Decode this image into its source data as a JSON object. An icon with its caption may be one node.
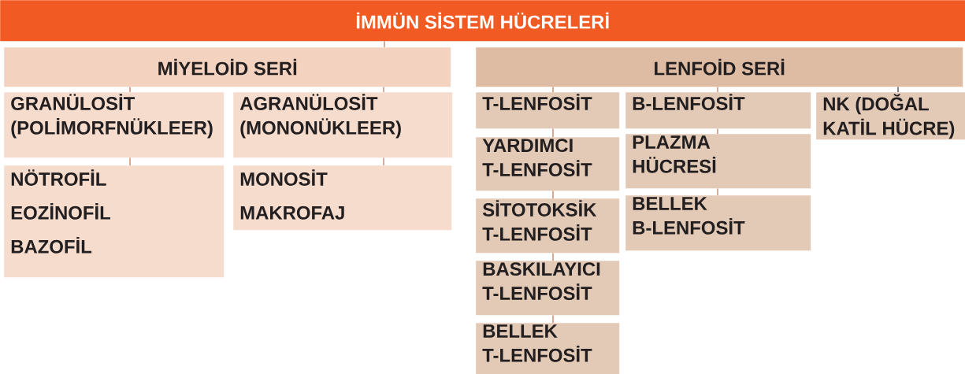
{
  "diagram": {
    "nodes": [
      {
        "text": [
          "İMMÜN SİSTEM HÜCRELERİ"
        ]
      },
      {
        "text": [
          "MİYELOİD SERİ"
        ]
      },
      {
        "text": [
          "LENFOİD SERİ"
        ]
      },
      {
        "text": [
          "GRANÜLOSİT (POLİMORFNÜKLEER)"
        ]
      },
      {
        "text": [
          "AGRANÜLOSİT (MONONÜKLEER)"
        ]
      },
      {
        "text": [
          "NÖTROFİL",
          "EOZİNOFİL",
          "BAZOFİL"
        ]
      },
      {
        "text": [
          "MONOSİT",
          "MAKROFAJ"
        ]
      },
      {
        "text": [
          "T-LENFOSİT"
        ]
      },
      {
        "text": [
          "B-LENFOSİT"
        ]
      },
      {
        "text": [
          "NK (DOĞAL KATİL HÜCRE)"
        ]
      },
      {
        "text": [
          "YARDIMCI T-LENFOSİT"
        ]
      },
      {
        "text": [
          "SİTOTOKSİK T-LENFOSİT"
        ]
      },
      {
        "text": [
          "BASKILAYICI T-LENFOSİT"
        ]
      },
      {
        "text": [
          "BELLEK T-LENFOSİT"
        ]
      },
      {
        "text": [
          "PLAZMA HÜCRESİ"
        ]
      },
      {
        "text": [
          "BELLEK B-LENFOSİT"
        ]
      }
    ],
    "edges": [
      {
        "from": 0,
        "to": 1,
        "arrow": "none"
      },
      {
        "from": 1,
        "to": 3,
        "arrow": "none"
      },
      {
        "from": 1,
        "to": 4,
        "arrow": "none"
      },
      {
        "from": 3,
        "to": 5,
        "arrow": "none"
      },
      {
        "from": 4,
        "to": 6,
        "arrow": "none"
      },
      {
        "from": 2,
        "to": 7,
        "arrow": "none"
      },
      {
        "from": 2,
        "to": 8,
        "arrow": "none"
      },
      {
        "from": 2,
        "to": 9,
        "arrow": "none",
        "color": "#333333"
      },
      {
        "from": 7,
        "to": 10,
        "arrow": "none"
      },
      {
        "from": 10,
        "to": 11,
        "arrow": "none"
      },
      {
        "from": 11,
        "to": 12,
        "arrow": "none"
      },
      {
        "from": 12,
        "to": 13,
        "arrow": "none"
      },
      {
        "from": 8,
        "to": 14,
        "arrow": "none"
      },
      {
        "from": 14,
        "to": 15,
        "arrow": "none"
      }
    ]
  }
}
